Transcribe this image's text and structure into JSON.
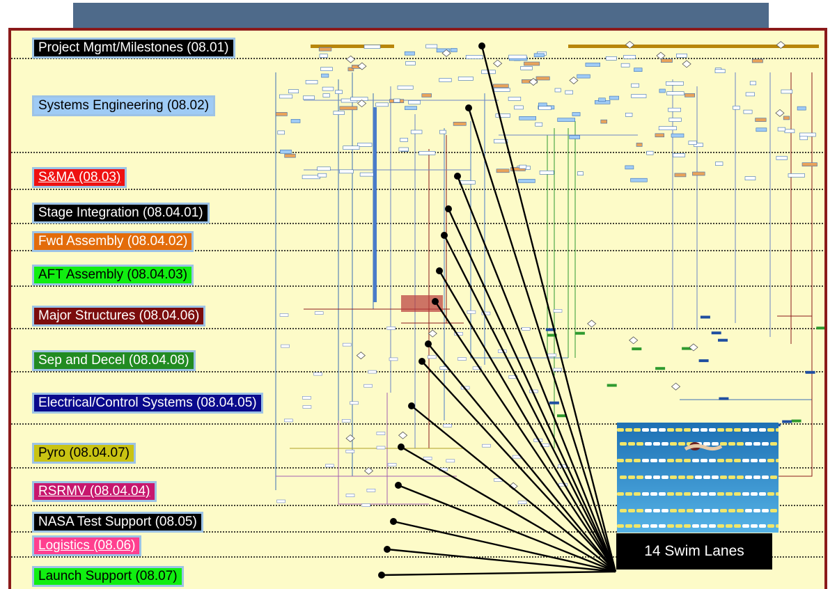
{
  "lanes": [
    {
      "label": "Project Mgmt/Milestones (08.01)",
      "bg": "#000000",
      "fg": "#ffffff",
      "underline": false
    },
    {
      "label": "Systems Engineering (08.02)",
      "bg": "#9fcbf5",
      "fg": "#000000",
      "underline": false
    },
    {
      "label": "S&MA (08.03)",
      "bg": "#ee1111",
      "fg": "#ffffff",
      "underline": true
    },
    {
      "label": "Stage Integration (08.04.01)",
      "bg": "#000000",
      "fg": "#ffffff",
      "underline": false
    },
    {
      "label": "Fwd Assembly (08.04.02)",
      "bg": "#e36c0a",
      "fg": "#ffffff",
      "underline": false
    },
    {
      "label": "AFT Assembly (08.04.03)",
      "bg": "#11ee11",
      "fg": "#000000",
      "underline": false
    },
    {
      "label": "Major Structures (08.04.06)",
      "bg": "#7b0c0c",
      "fg": "#ffffff",
      "underline": false
    },
    {
      "label": "Sep and Decel (08.04.08)",
      "bg": "#228b22",
      "fg": "#ffffff",
      "underline": false
    },
    {
      "label": "Electrical/Control Systems (08.04.05)",
      "bg": "#0a0a8c",
      "fg": "#ffffff",
      "underline": false
    },
    {
      "label": "Pyro (08.04.07)",
      "bg": "#c9c312",
      "fg": "#000000",
      "underline": false
    },
    {
      "label": "RSRMV (08.04.04)",
      "bg": "#c7176e",
      "fg": "#ffffff",
      "underline": true
    },
    {
      "label": "NASA Test Support (08.05)",
      "bg": "#000000",
      "fg": "#ffffff",
      "underline": false
    },
    {
      "label": "Logistics (08.06)",
      "bg": "#ff3f8f",
      "fg": "#ffffff",
      "underline": true
    },
    {
      "label": "Launch Support (08.07)",
      "bg": "#11ee11",
      "fg": "#000000",
      "underline": false
    }
  ],
  "callout": {
    "label": "14 Swim Lanes"
  },
  "colors": {
    "frame": "#8b1a1a",
    "canvas": "#fdfbc8",
    "banner": "#4e6a8a",
    "lane_border": "#9dc3e6"
  }
}
